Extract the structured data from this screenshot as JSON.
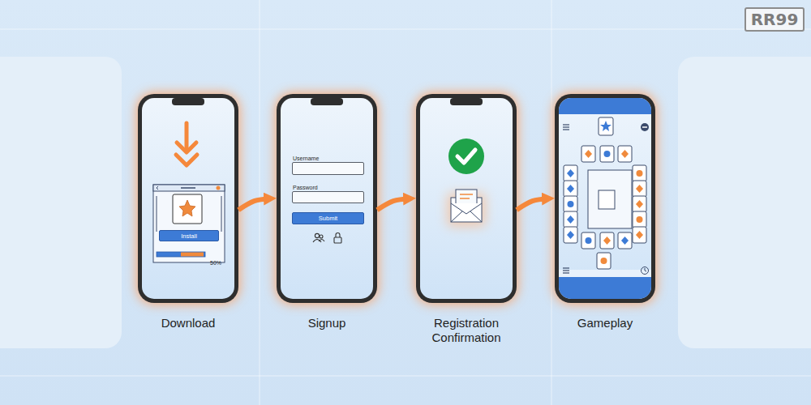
{
  "diagram": {
    "nodes": [
      {
        "text": [
          "Download"
        ]
      },
      {
        "text": [
          "Install"
        ],
        "in": 0
      },
      {
        "text": [
          "Signup"
        ]
      },
      {
        "text": [
          "Username"
        ],
        "in": 2
      },
      {
        "text": [
          "Password"
        ],
        "in": 2
      },
      {
        "text": [
          "Submit"
        ],
        "in": 2
      },
      {
        "text": [
          "Registration Confirmation"
        ]
      },
      {
        "text": [
          "Gameplay"
        ]
      }
    ],
    "edges": [
      {
        "from": 0,
        "to": 2,
        "arrow": "to"
      },
      {
        "from": 2,
        "to": 6,
        "arrow": "to"
      },
      {
        "from": 6,
        "to": 7,
        "arrow": "to"
      }
    ],
    "labels": [
      "50%",
      "RR99"
    ]
  }
}
